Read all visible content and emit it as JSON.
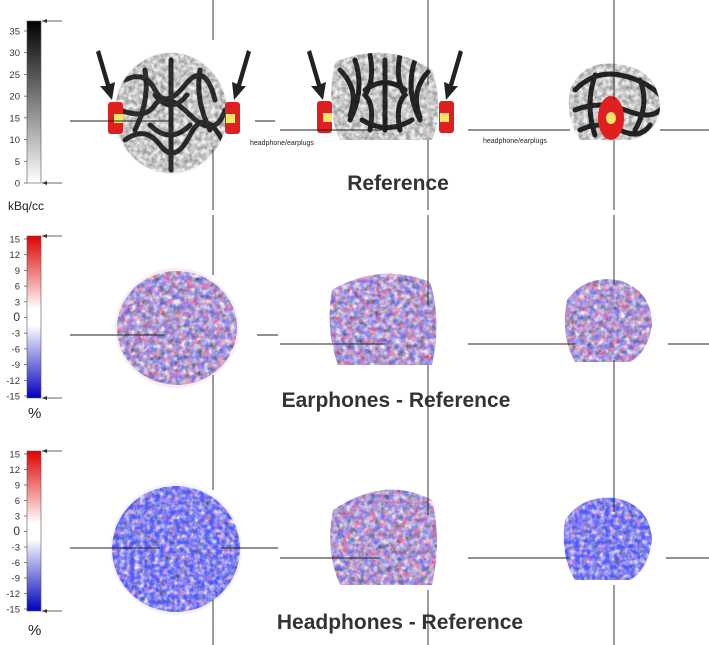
{
  "scales": {
    "reference": {
      "ticks": [
        "35",
        "30",
        "25",
        "20",
        "15",
        "10",
        "5",
        "0"
      ],
      "unit": "kBq/cc"
    },
    "diff": {
      "ticks": [
        "15",
        "12",
        "9",
        "6",
        "3",
        "0",
        "-3",
        "-6",
        "-9",
        "-12",
        "-15"
      ],
      "unit": "%"
    }
  },
  "rows": {
    "reference": {
      "title": "Reference",
      "device_label_left": "headphone/earplugs",
      "device_label_right": "headphone/earplugs"
    },
    "earphones": {
      "title": "Earphones - Reference"
    },
    "headphones": {
      "title": "Headphones - Reference"
    }
  },
  "colors": {
    "device_marker": "#e02020",
    "device_core": "#f5e66a",
    "arrow": "#222222",
    "positive": "#d62020",
    "negative": "#1a22b8"
  }
}
